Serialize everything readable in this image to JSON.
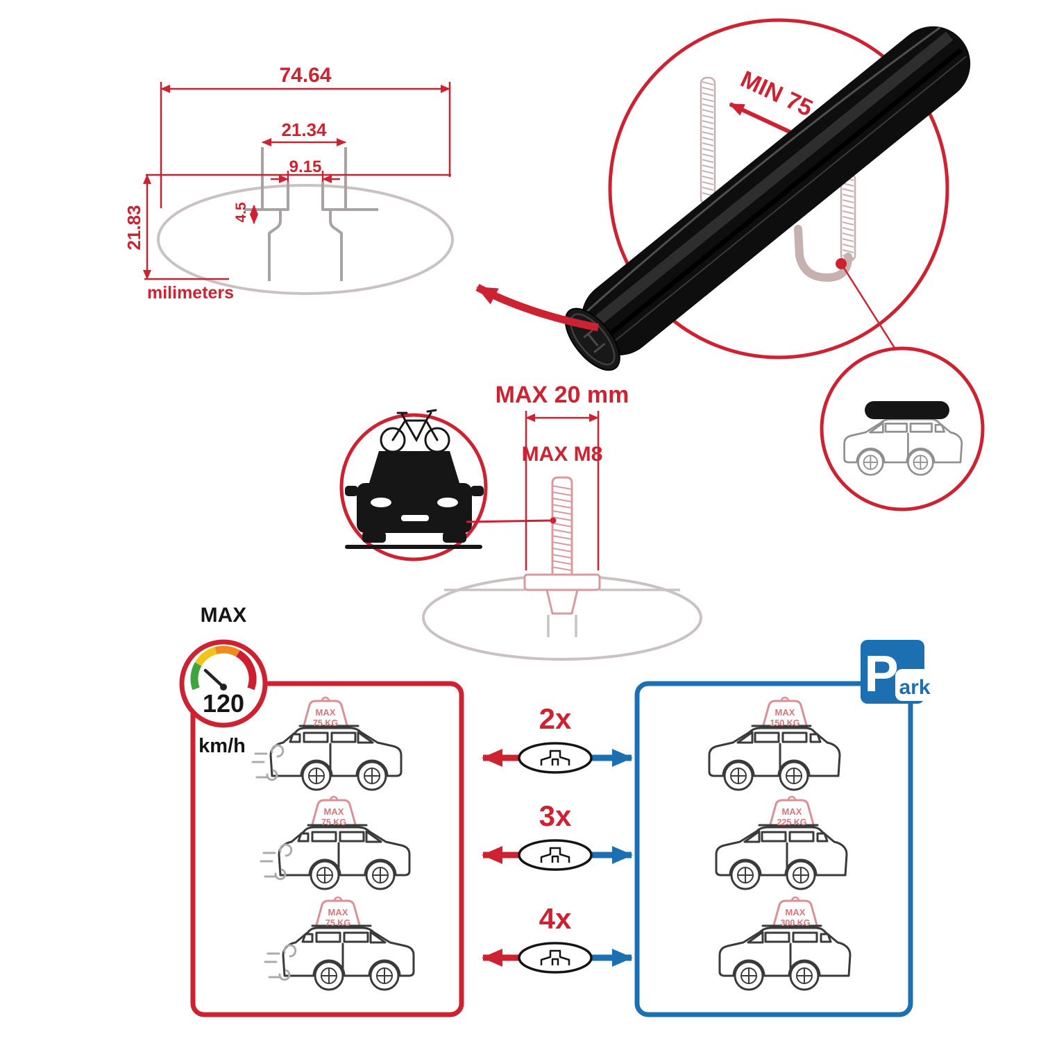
{
  "dims": {
    "total_width": "74.64",
    "slot_outer_width": "21.34",
    "slot_opening": "9.15",
    "lip_depth": "4.5",
    "total_height": "21.83",
    "units": "milimeters"
  },
  "crossbar": {
    "min_span": "MIN 75 mm"
  },
  "bolt": {
    "max_width": "MAX 20 mm",
    "max_thread": "MAX M8"
  },
  "speed": {
    "title": "MAX",
    "value": "120",
    "unit": "km/h"
  },
  "park": {
    "letter": "P",
    "suffix": "ark"
  },
  "comparison": {
    "rows": [
      {
        "qty": "2x",
        "left_max": "MAX",
        "left_kg": "75 KG",
        "right_max": "MAX",
        "right_kg": "150 KG"
      },
      {
        "qty": "3x",
        "left_max": "MAX",
        "left_kg": "75 KG",
        "right_max": "MAX",
        "right_kg": "225 KG"
      },
      {
        "qty": "4x",
        "left_max": "MAX",
        "left_kg": "75 KG",
        "right_max": "MAX",
        "right_kg": "300 KG"
      }
    ]
  },
  "colors": {
    "red": "#cd2232",
    "blue": "#1c6fb0",
    "pink": "#d98f93",
    "gray": "#c8c0c0",
    "dark": "#141414"
  }
}
